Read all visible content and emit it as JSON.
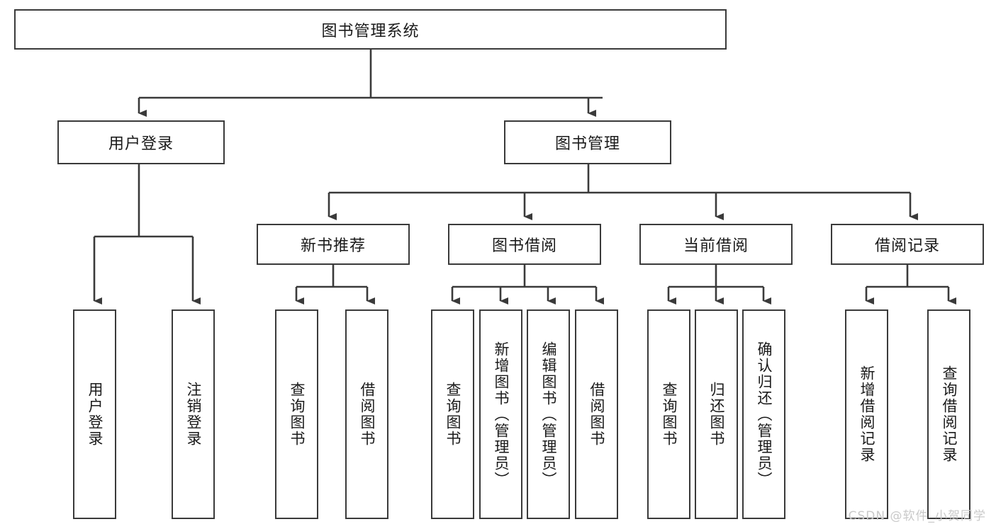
{
  "diagram": {
    "title": "图书管理系统",
    "type": "hierarchy-tree",
    "levels": 4,
    "colors": {
      "node_border": "#3a3a3a",
      "node_fill": "#ffffff",
      "connector": "#3a3a3a",
      "text": "#1a1a1a",
      "watermark": "#c9c9c9",
      "background": "#ffffff"
    },
    "root": {
      "label": "图书管理系统",
      "orientation": "horizontal"
    },
    "level2": [
      {
        "label": "用户登录",
        "orientation": "horizontal"
      },
      {
        "label": "图书管理",
        "orientation": "horizontal"
      }
    ],
    "level3": [
      {
        "label": "新书推荐",
        "orientation": "horizontal"
      },
      {
        "label": "图书借阅",
        "orientation": "horizontal"
      },
      {
        "label": "当前借阅",
        "orientation": "horizontal"
      },
      {
        "label": "借阅记录",
        "orientation": "horizontal"
      }
    ],
    "leaves": {
      "user_login": [
        {
          "label": "用户登录",
          "orientation": "vertical"
        },
        {
          "label": "注销登录",
          "orientation": "vertical"
        }
      ],
      "new_book_recommend": [
        {
          "label": "查询图书",
          "orientation": "vertical"
        },
        {
          "label": "借阅图书",
          "orientation": "vertical"
        }
      ],
      "book_borrow": [
        {
          "label": "查询图书",
          "orientation": "vertical"
        },
        {
          "label": "新增图书（管理员）",
          "orientation": "vertical"
        },
        {
          "label": "编辑图书（管理员）",
          "orientation": "vertical"
        },
        {
          "label": "借阅图书",
          "orientation": "vertical"
        }
      ],
      "current_borrow": [
        {
          "label": "查询图书",
          "orientation": "vertical"
        },
        {
          "label": "归还图书",
          "orientation": "vertical"
        },
        {
          "label": "确认归还（管理员）",
          "orientation": "vertical"
        }
      ],
      "borrow_record": [
        {
          "label": "新增借阅记录",
          "orientation": "vertical"
        },
        {
          "label": "查询借阅记录",
          "orientation": "vertical"
        }
      ]
    }
  },
  "watermark": {
    "text": "CSDN @软件_小贺同学"
  }
}
